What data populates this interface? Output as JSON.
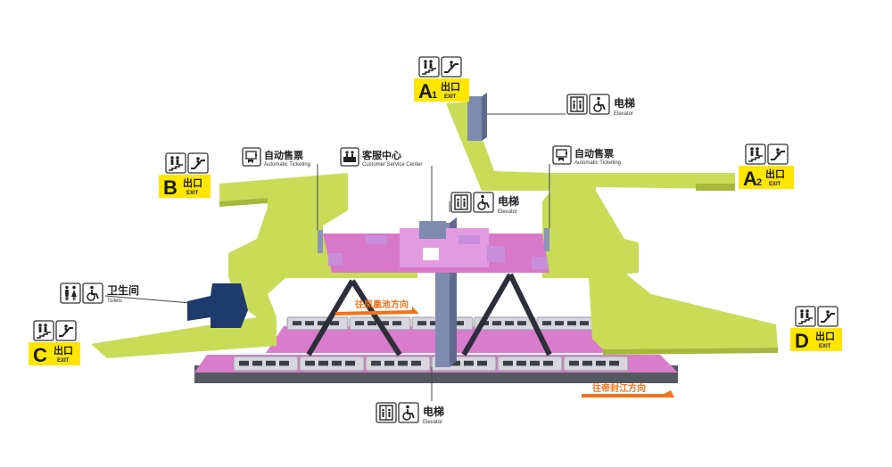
{
  "colors": {
    "walkway": "#c9dc58",
    "walkway_dark": "#a5b83c",
    "concourse": "#d977c9",
    "platform": "#dc7fd0",
    "leader": "#444444",
    "exit_bg": "#ffe600",
    "toilet": "#1f3b6e",
    "direction": "#f2731c",
    "train": "#d6d6dc",
    "pillar": "#7e8ab0",
    "support": "#2c2f3a"
  },
  "exits": {
    "a1": {
      "letter": "A",
      "sub": "1",
      "cn": "出口",
      "en": "EXIT",
      "icons": [
        "stairs-icon",
        "escalator-icon"
      ]
    },
    "a2": {
      "letter": "A",
      "sub": "2",
      "cn": "出口",
      "en": "EXIT",
      "icons": [
        "stairs-icon",
        "escalator-icon"
      ]
    },
    "b": {
      "letter": "B",
      "sub": "",
      "cn": "出口",
      "en": "EXIT",
      "icons": [
        "stairs-icon",
        "escalator-icon"
      ]
    },
    "c": {
      "letter": "C",
      "sub": "",
      "cn": "出口",
      "en": "EXIT",
      "icons": [
        "stairs-icon",
        "escalator-icon"
      ]
    },
    "d": {
      "letter": "D",
      "sub": "",
      "cn": "出口",
      "en": "EXIT",
      "icons": [
        "stairs-icon",
        "escalator-icon"
      ]
    }
  },
  "facilities": {
    "ticketing_left": {
      "cn": "自动售票",
      "en": "Automatic Ticketing",
      "icon": "ticket-machine-icon"
    },
    "ticketing_right": {
      "cn": "自动售票",
      "en": "Automatic Ticketing",
      "icon": "ticket-machine-icon"
    },
    "service_center": {
      "cn": "客服中心",
      "en": "Customer Service Center",
      "icon": "service-center-icon"
    },
    "elevator_top": {
      "cn": "电梯",
      "en": "Elevator",
      "icons": [
        "elevator-icon",
        "wheelchair-icon"
      ]
    },
    "elevator_middle": {
      "cn": "电梯",
      "en": "Elevator",
      "icons": [
        "elevator-icon",
        "wheelchair-icon"
      ]
    },
    "elevator_bottom": {
      "cn": "电梯",
      "en": "Elevator",
      "icons": [
        "elevator-icon",
        "wheelchair-icon"
      ]
    },
    "toilets": {
      "cn": "卫生间",
      "en": "Toilets",
      "icons": [
        "toilets-icon",
        "wheelchair-icon"
      ]
    }
  },
  "directions": {
    "upper": "往凤凰池方向",
    "lower": "往帝封江方向"
  }
}
